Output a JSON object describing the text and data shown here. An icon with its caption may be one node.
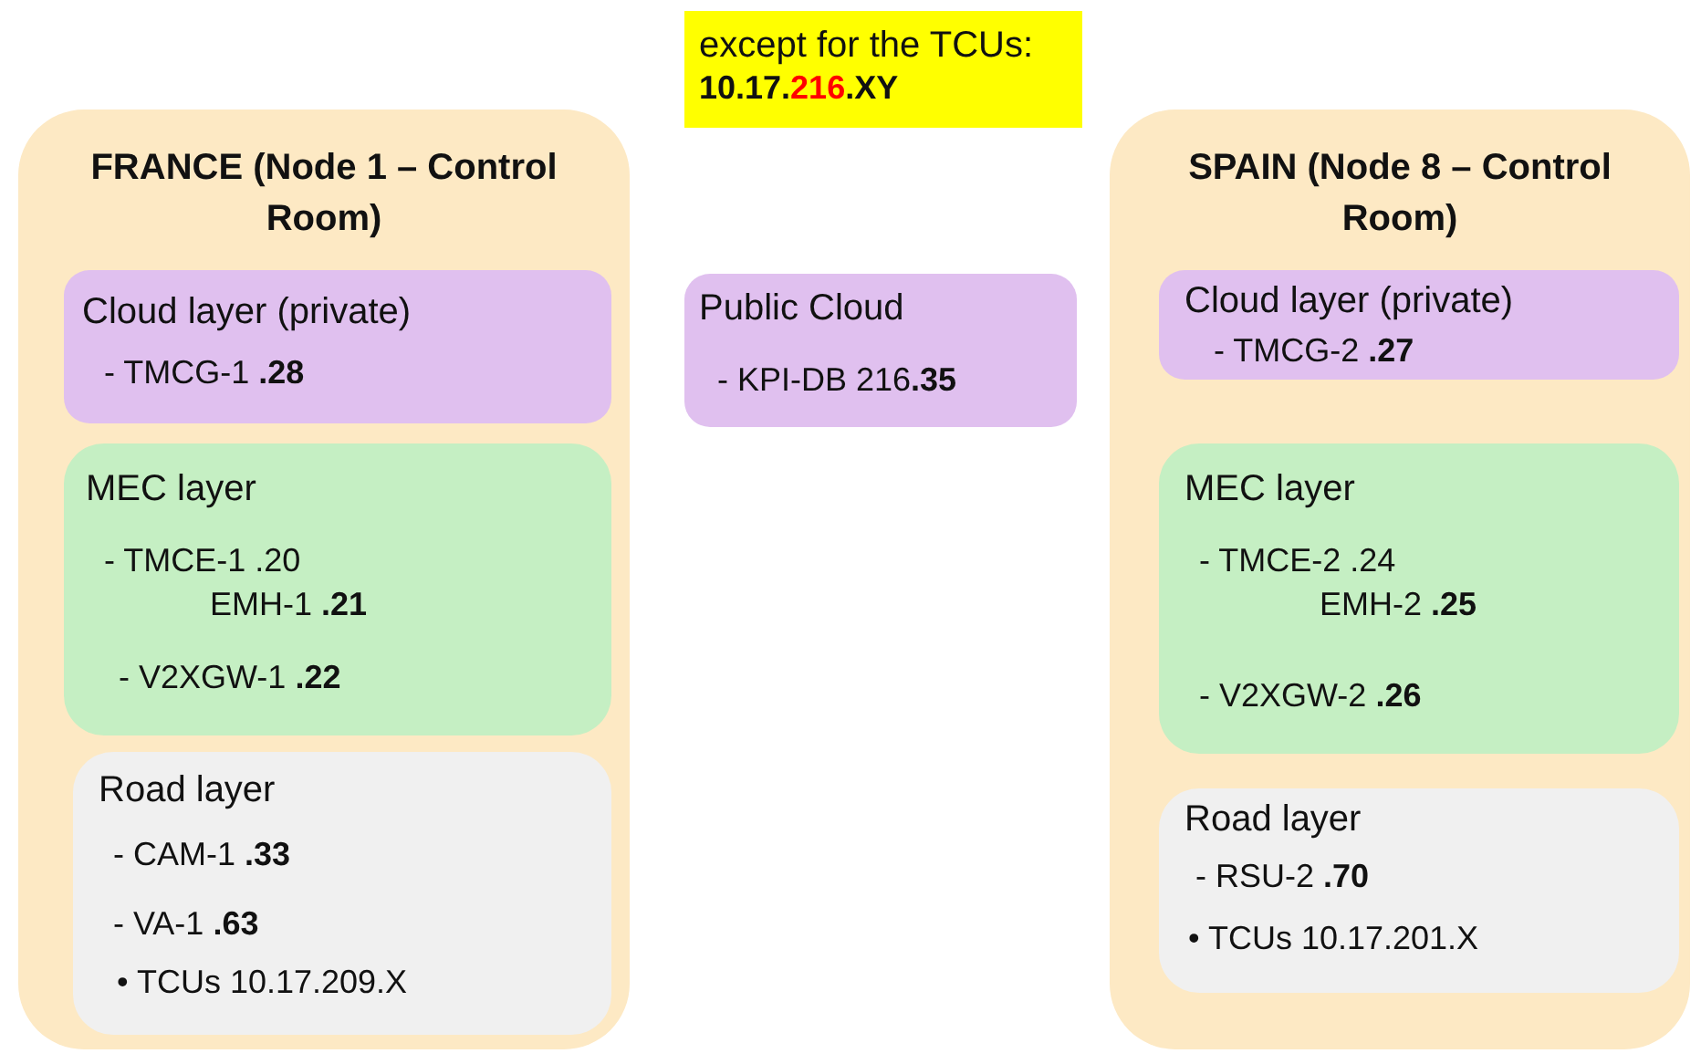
{
  "diagram": {
    "nodes": [
      {
        "text": [
          "except for the TCUs:",
          "10.17.216.XY"
        ]
      },
      {
        "text": [
          "FRANCE (Node 1 – Control Room)"
        ]
      },
      {
        "text": [
          "Cloud layer (private)",
          "- TMCG-1 **.28**"
        ],
        "in": 1
      },
      {
        "text": [
          "MEC layer",
          "- TMCE-1 .20",
          "EMH-1 **.21**",
          "- V2XGW-1 **.22**"
        ],
        "in": 1
      },
      {
        "text": [
          "Road layer",
          "- CAM-1 **.33**",
          "- VA-1 **.63**",
          "• TCUs 10.17.209.X"
        ],
        "in": 1
      },
      {
        "text": [
          "Public Cloud",
          "- KPI-DB 216**.35**"
        ]
      },
      {
        "text": [
          "SPAIN (Node 8 – Control Room)"
        ]
      },
      {
        "text": [
          "Cloud layer (private)",
          "- TMCG-2 **.27**"
        ],
        "in": 6
      },
      {
        "text": [
          "MEC layer",
          "- TMCE-2 .24",
          "EMH-2 **.25**",
          "- V2XGW-2 **.26**"
        ],
        "in": 6
      },
      {
        "text": [
          "Road layer",
          "- RSU-2 **.70**",
          "• TCUs 10.17.201.X"
        ],
        "in": 6
      }
    ]
  }
}
